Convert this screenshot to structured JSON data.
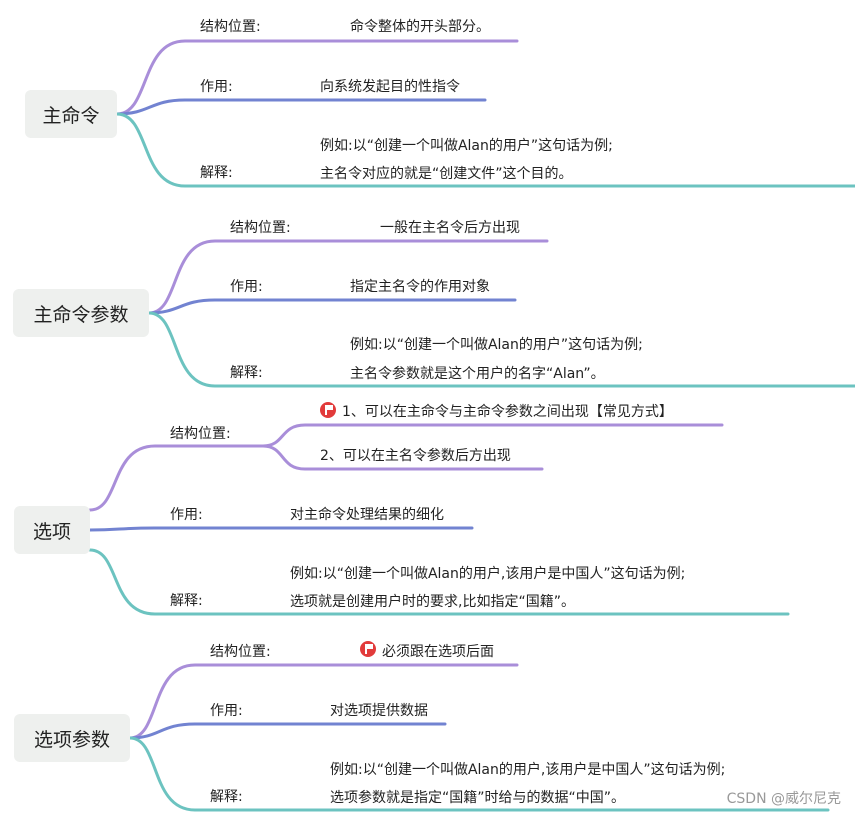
{
  "colors": {
    "purple": "#a98ed9",
    "blue": "#7283d1",
    "teal": "#6cc3c0",
    "root_bg": "#eef0ee"
  },
  "sections": [
    {
      "title": "主命令",
      "position_label": "结构位置:",
      "position_values": [
        "命令整体的开头部分。"
      ],
      "function_label": "作用:",
      "function_value": "向系统发起目的性指令",
      "explain_label": "解释:",
      "explain_lines": [
        "例如:以“创建一个叫做Alan的用户”这句话为例;",
        "主名令对应的就是“创建文件”这个目的。"
      ]
    },
    {
      "title": "主命令参数",
      "position_label": "结构位置:",
      "position_values": [
        "一般在主名令后方出现"
      ],
      "function_label": "作用:",
      "function_value": "指定主名令的作用对象",
      "explain_label": "解释:",
      "explain_lines": [
        "例如:以“创建一个叫做Alan的用户”这句话为例;",
        "主名令参数就是这个用户的名字“Alan”。"
      ]
    },
    {
      "title": "选项",
      "position_label": "结构位置:",
      "position_values": [
        "1、可以在主命令与主命令参数之间出现【常见方式】",
        "2、可以在主名令参数后方出现"
      ],
      "function_label": "作用:",
      "function_value": "对主命令处理结果的细化",
      "explain_label": "解释:",
      "explain_lines": [
        "例如:以“创建一个叫做Alan的用户,该用户是中国人”这句话为例;",
        "选项就是创建用户时的要求,比如指定“国籍”。"
      ]
    },
    {
      "title": "选项参数",
      "position_label": "结构位置:",
      "position_values": [
        "必须跟在选项后面"
      ],
      "function_label": "作用:",
      "function_value": "对选项提供数据",
      "explain_label": "解释:",
      "explain_lines": [
        "例如:以“创建一个叫做Alan的用户,该用户是中国人”这句话为例;",
        "选项参数就是指定“国籍”时给与的数据“中国”。"
      ]
    }
  ],
  "watermark": "CSDN @威尔尼克"
}
